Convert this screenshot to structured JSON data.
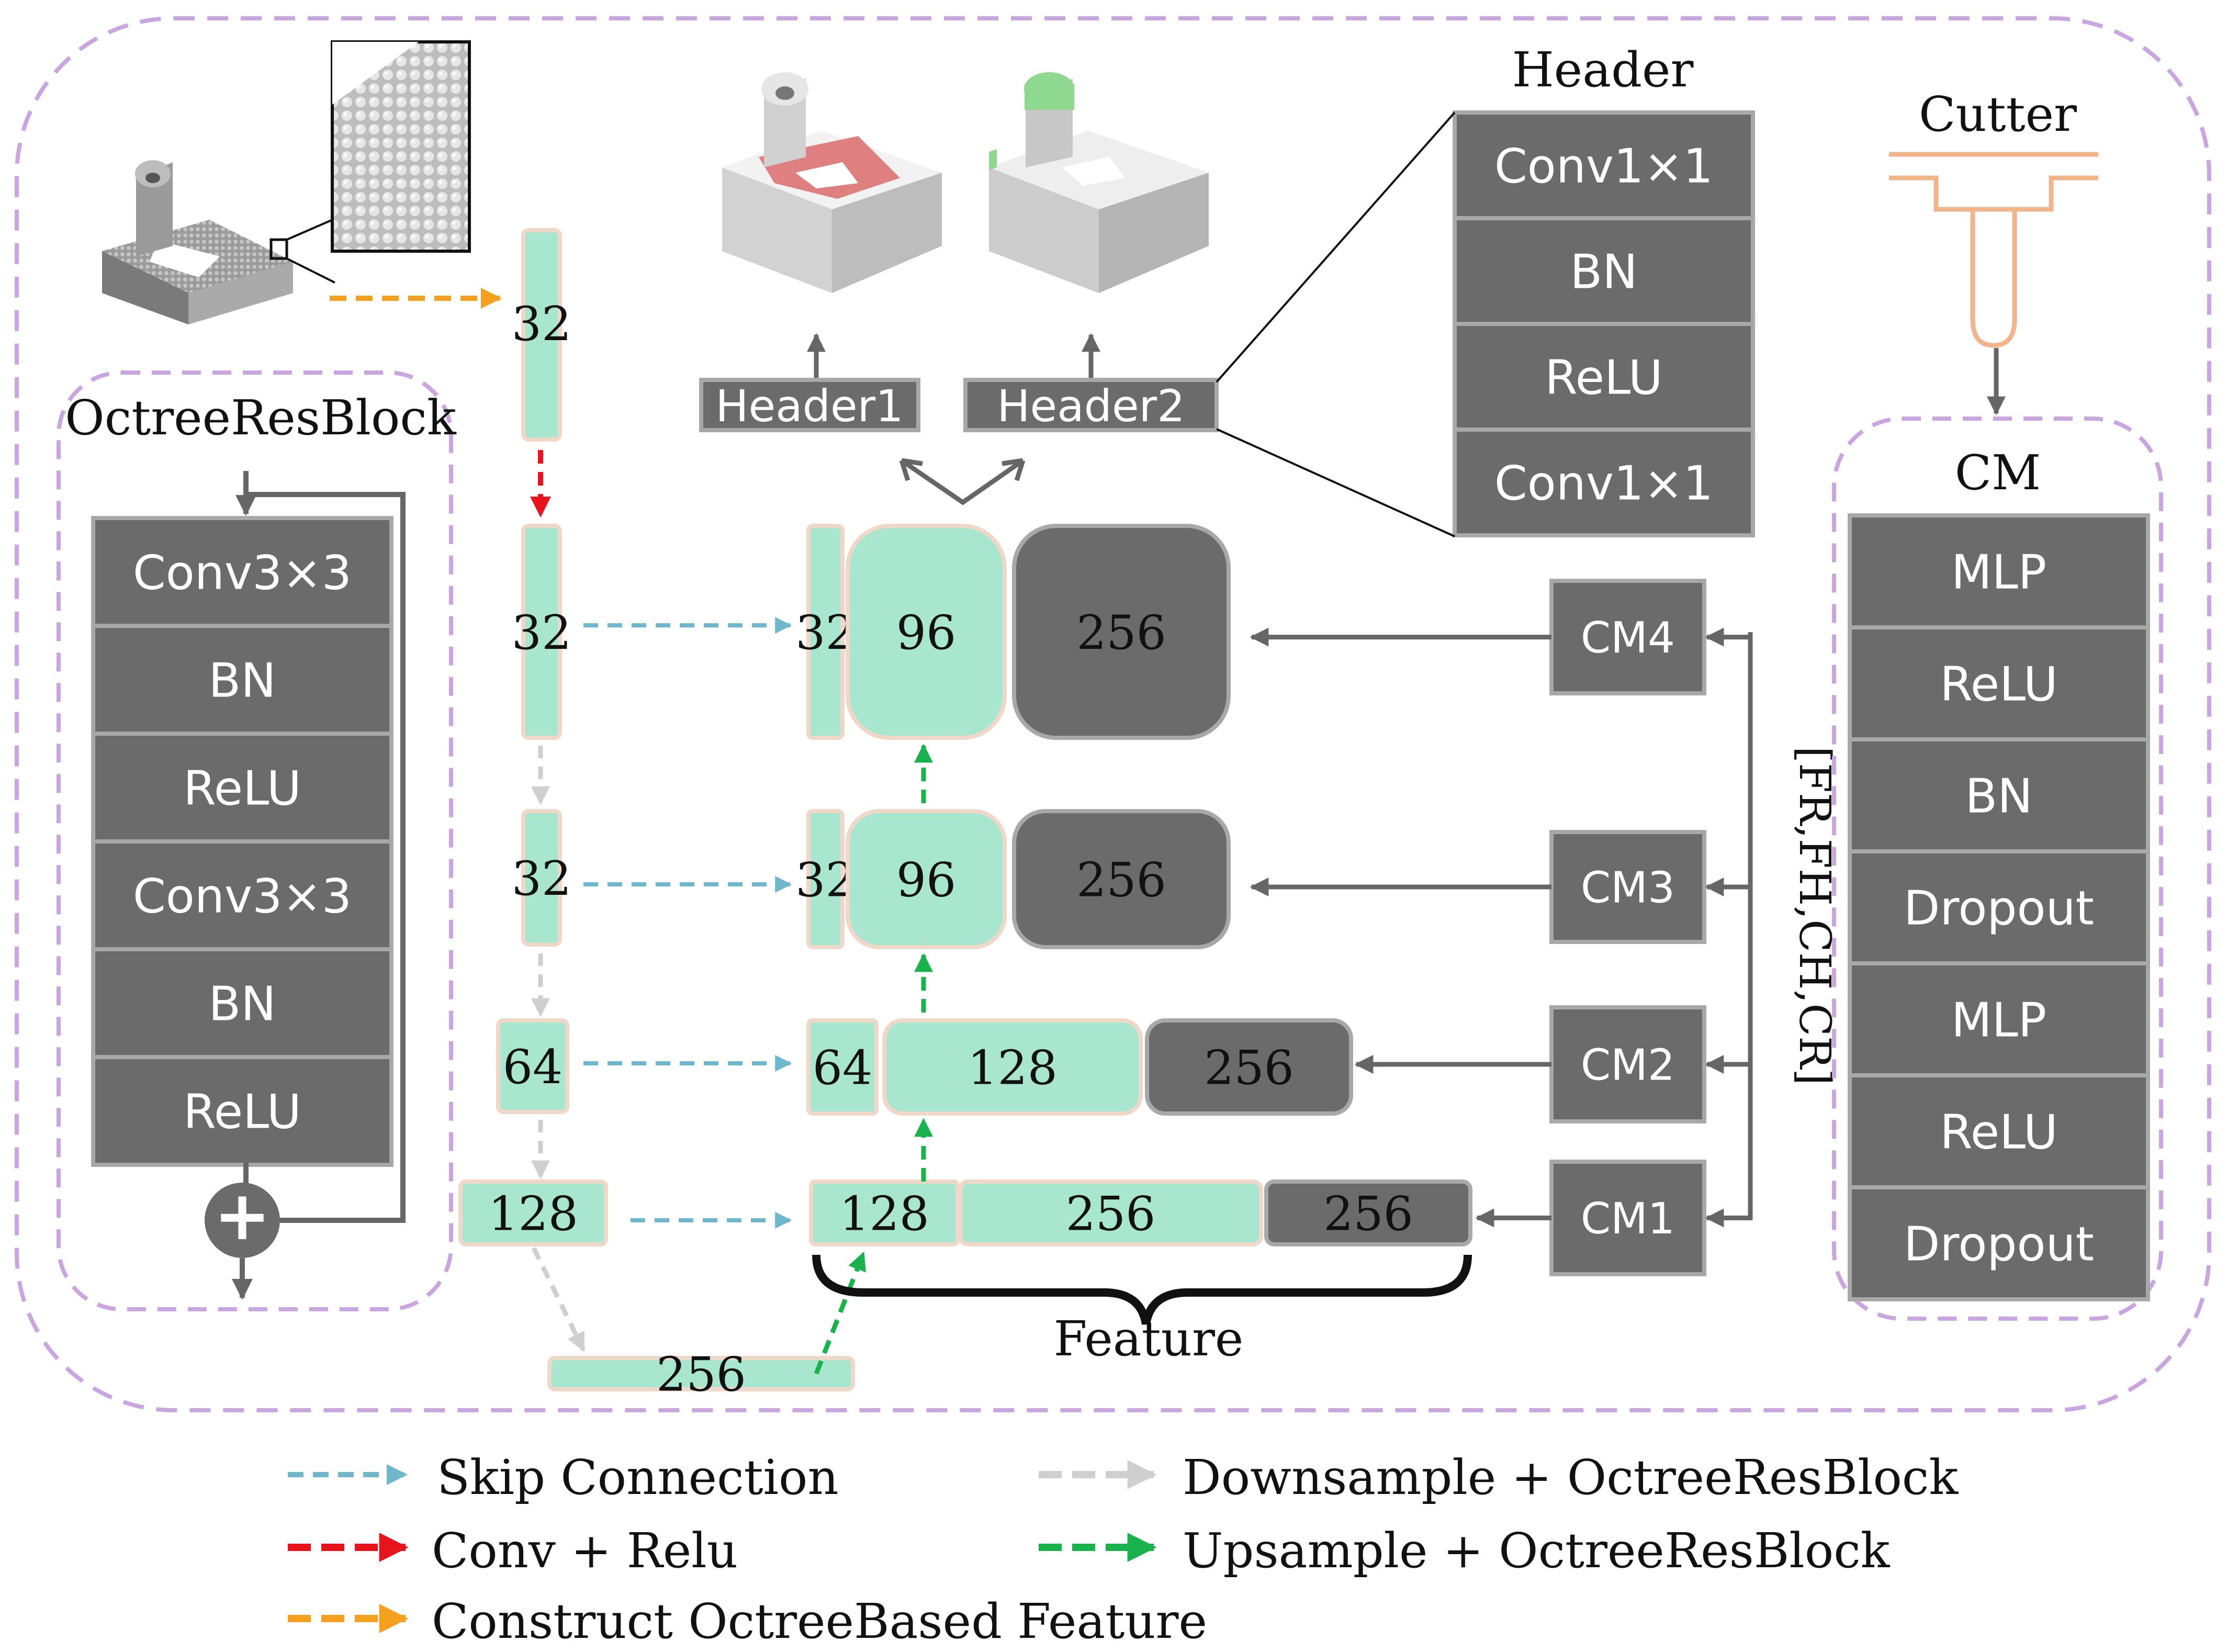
{
  "colors": {
    "frame": "#c9a6e0",
    "green_fill": "#a8e6cf",
    "green_stroke": "#f0d8c8",
    "gray_fill": "#6b6b6b",
    "gray_stroke": "#a8a8a8",
    "white_text": "#ffffff",
    "skip": "#6fb8cc",
    "conv_relu": "#e8141c",
    "downsample": "#cfcfcf",
    "upsample": "#19b24c",
    "construct": "#f5a01e",
    "cutter": "#f2b48a",
    "arrow_gray": "#666666"
  },
  "octree_res_block": {
    "title": "OctreeResBlock",
    "layers": [
      "Conv3×3",
      "BN",
      "ReLU",
      "Conv3×3",
      "BN",
      "ReLU"
    ],
    "add_symbol": "+"
  },
  "encoder": {
    "blocks": [
      "32",
      "32",
      "32",
      "64",
      "128",
      "256"
    ]
  },
  "decoder": {
    "level4": {
      "skip": "32",
      "green": "96",
      "gray": "256"
    },
    "level3": {
      "skip": "32",
      "green": "96",
      "gray": "256"
    },
    "level2": {
      "skip": "64",
      "green": "128",
      "gray": "256"
    },
    "level1": {
      "skip": "128",
      "green": "256",
      "gray": "256"
    },
    "feature_label": "Feature"
  },
  "headers": {
    "header1": "Header1",
    "header2": "Header2",
    "detail_title": "Header",
    "detail_layers": [
      "Conv1×1",
      "BN",
      "ReLU",
      "Conv1×1"
    ]
  },
  "cm_modules": [
    "CM4",
    "CM3",
    "CM2",
    "CM1"
  ],
  "cm_input_label": "[FR,FH,CH,CR]",
  "cutter": {
    "title": "Cutter",
    "cm_title": "CM",
    "layers": [
      "MLP",
      "ReLU",
      "BN",
      "Dropout",
      "MLP",
      "ReLU",
      "Dropout"
    ]
  },
  "legend": {
    "skip": "Skip Connection",
    "conv_relu": "Conv + Relu",
    "construct": "Construct OctreeBased Feature",
    "downsample": "Downsample + OctreeResBlock",
    "upsample": "Upsample + OctreeResBlock"
  },
  "icons": [
    "input-mesh-icon",
    "zoom-texture-icon",
    "prediction-face-icon",
    "prediction-highlight-icon",
    "cutter-tool-icon"
  ]
}
